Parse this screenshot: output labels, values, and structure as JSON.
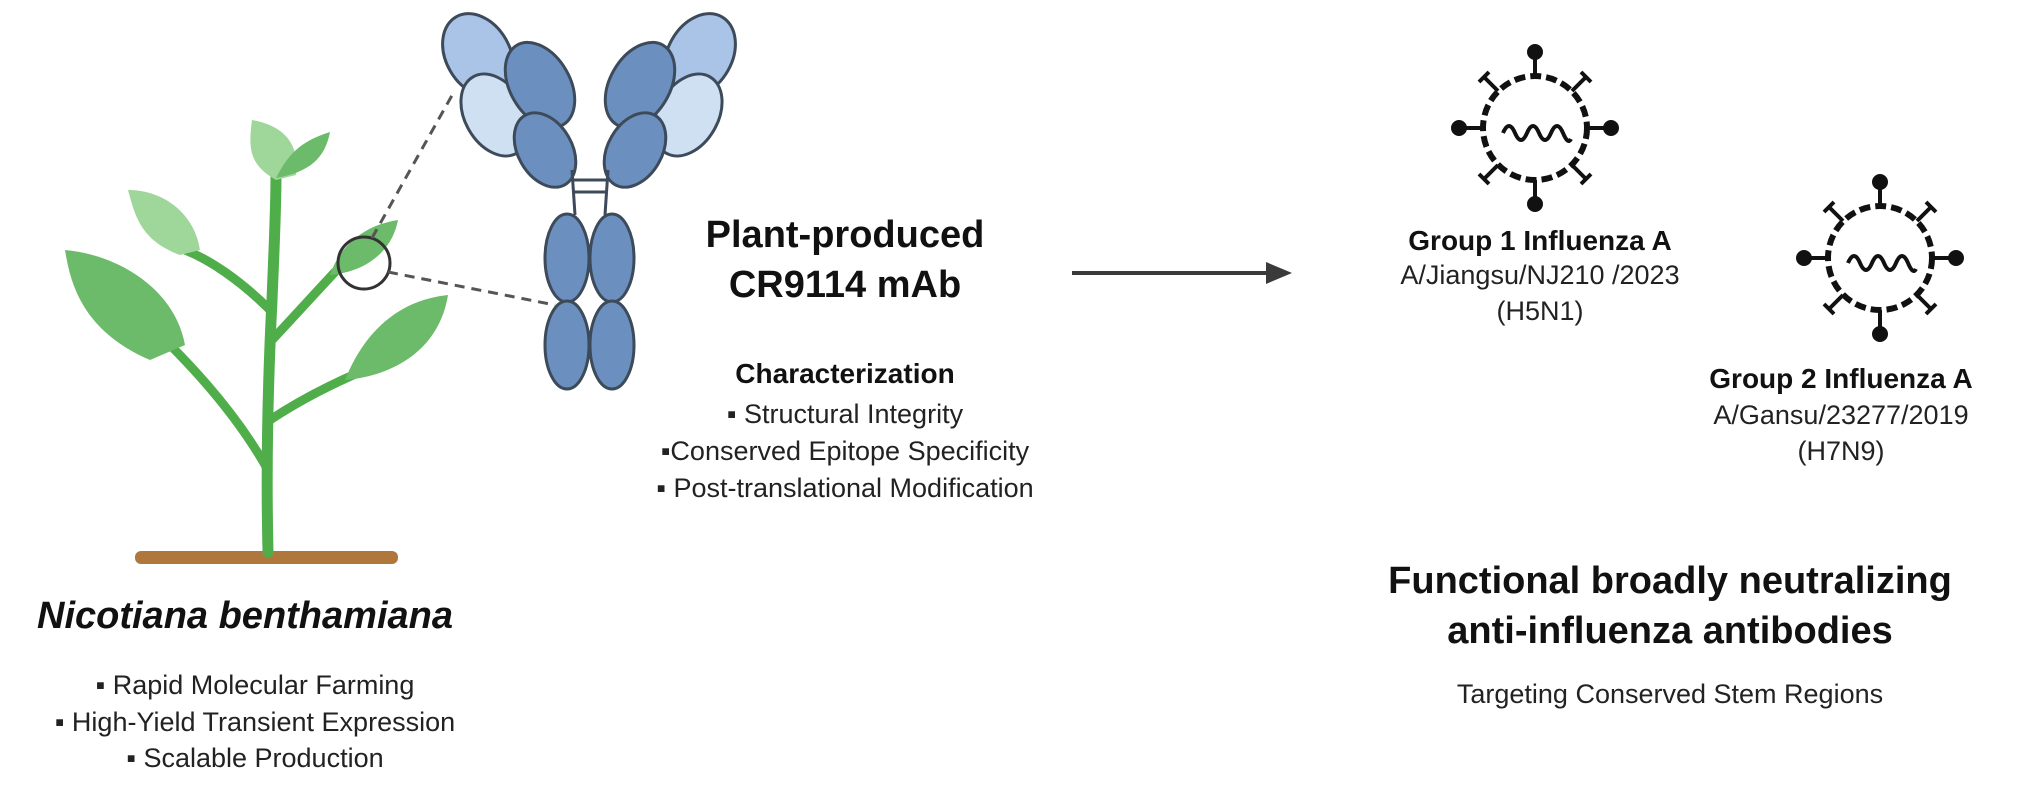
{
  "plant": {
    "name": "Nicotiana benthamiana",
    "features": [
      "▪ Rapid Molecular Farming",
      "▪ High-Yield Transient Expression",
      "▪ Scalable Production"
    ]
  },
  "antibody": {
    "title_line1": "Plant-produced",
    "title_line2": "CR9114 mAb",
    "characterization": {
      "heading": "Characterization",
      "items": [
        "▪ Structural Integrity",
        "▪Conserved Epitope Specificity",
        "▪ Post-translational Modification"
      ]
    }
  },
  "viruses": {
    "group1": {
      "title": "Group 1 Influenza A",
      "strain": "A/Jiangsu/NJ210 /2023",
      "subtype": "(H5N1)"
    },
    "group2": {
      "title": "Group 2 Influenza A",
      "strain": "A/Gansu/23277/2019",
      "subtype": "(H7N9)"
    }
  },
  "conclusion": {
    "line1": "Functional broadly neutralizing",
    "line2": "anti-influenza antibodies",
    "subtitle": "Targeting Conserved Stem Regions"
  },
  "colors": {
    "leaf_dark": "#6cbb6a",
    "leaf_light": "#9fd69a",
    "stem": "#4fae4a",
    "soil": "#b0773c",
    "ab_dark": "#6b8fbe",
    "ab_light": "#a9c4e6",
    "ab_lightest": "#cfe0f3",
    "outline": "#3d4a5a",
    "arrow": "#3a3a3a",
    "virus": "#111111"
  },
  "icons": [
    "plant-icon",
    "magnifier-circle-icon",
    "antibody-icon",
    "arrow-right-icon",
    "virus-icon"
  ]
}
